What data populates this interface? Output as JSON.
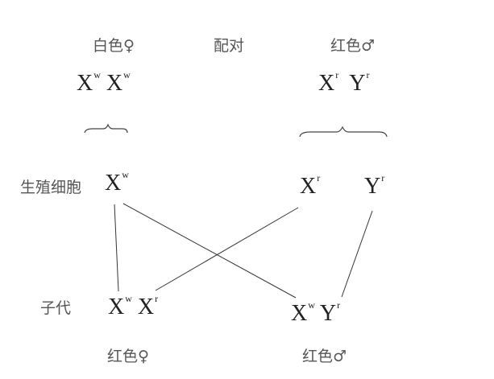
{
  "parents": {
    "female_label": "白色♀",
    "cross_label": "配对",
    "male_label": "红色♂",
    "female_genotype": [
      {
        "base": "X",
        "sup": "w"
      },
      {
        "base": "X",
        "sup": "w"
      }
    ],
    "male_genotype": [
      {
        "base": "X",
        "sup": "r"
      },
      {
        "base": "Y",
        "sup": "r"
      }
    ]
  },
  "gametes": {
    "label": "生殖细胞",
    "female": [
      {
        "base": "X",
        "sup": "w"
      }
    ],
    "male": [
      {
        "base": "X",
        "sup": "r"
      },
      {
        "base": "Y",
        "sup": "r"
      }
    ]
  },
  "offspring": {
    "label": "子代",
    "female_genotype": [
      {
        "base": "X",
        "sup": "w"
      },
      {
        "base": "X",
        "sup": "r"
      }
    ],
    "male_genotype": [
      {
        "base": "X",
        "sup": "w"
      },
      {
        "base": "Y",
        "sup": "r"
      }
    ],
    "female_phenotype": "红色♀",
    "male_phenotype": "红色♂"
  }
}
